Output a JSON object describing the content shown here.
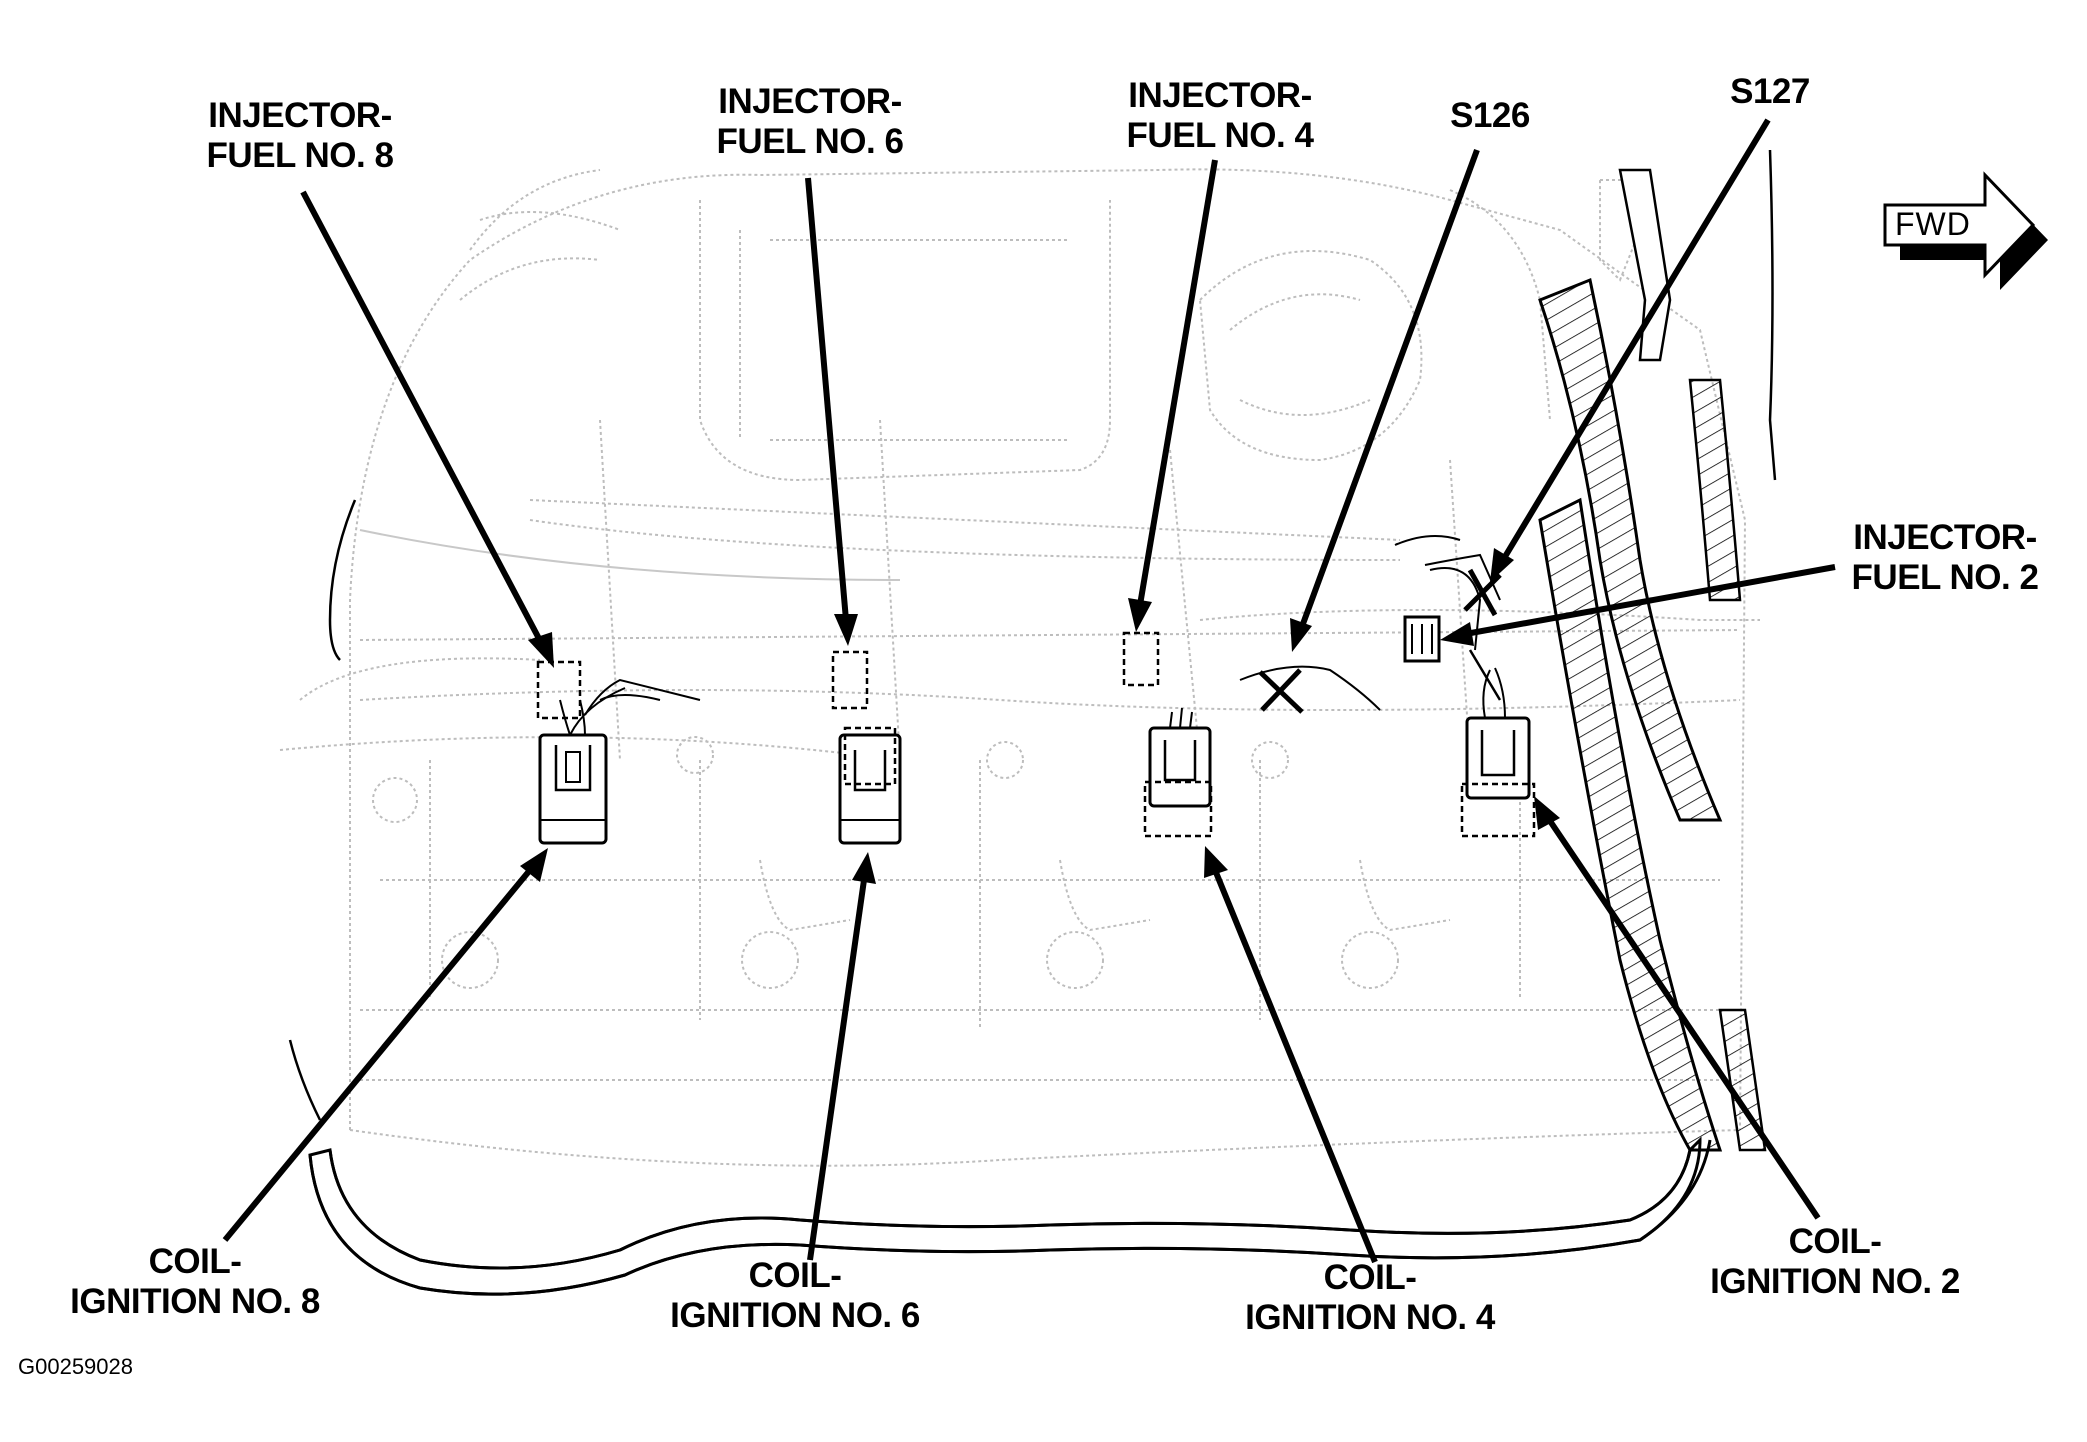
{
  "figure_code": "G00259028",
  "direction_indicator": {
    "text": "FWD",
    "icon": "arrow-right-icon"
  },
  "callouts": {
    "injector_8": [
      "INJECTOR-",
      "FUEL NO. 8"
    ],
    "injector_6": [
      "INJECTOR-",
      "FUEL NO. 6"
    ],
    "injector_4": [
      "INJECTOR-",
      "FUEL NO. 4"
    ],
    "splice_s126": "S126",
    "splice_s127": "S127",
    "injector_2": [
      "INJECTOR-",
      "FUEL NO. 2"
    ],
    "coil_8": [
      "COIL-",
      "IGNITION NO. 8"
    ],
    "coil_6": [
      "COIL-",
      "IGNITION NO. 6"
    ],
    "coil_4": [
      "COIL-",
      "IGNITION NO. 4"
    ],
    "coil_2": [
      "COIL-",
      "IGNITION NO. 2"
    ]
  }
}
